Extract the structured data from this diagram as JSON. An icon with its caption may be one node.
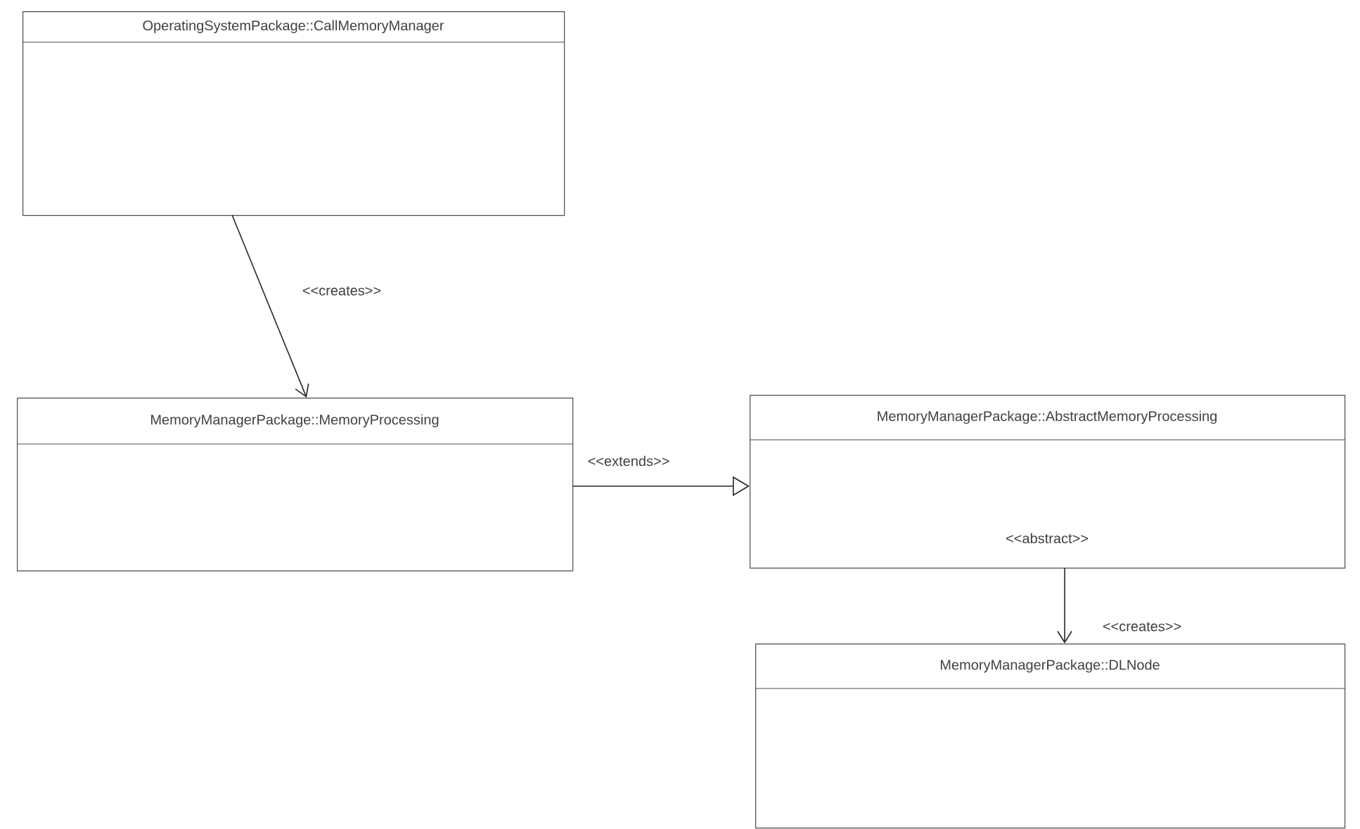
{
  "diagram": {
    "nodes": [
      {
        "text": [
          "OperatingSystemPackage::CallMemoryManager"
        ]
      },
      {
        "text": [
          "MemoryManagerPackage::MemoryProcessing"
        ]
      },
      {
        "text": [
          "MemoryManagerPackage::AbstractMemoryProcessing",
          "<<abstract>>"
        ]
      },
      {
        "text": [
          "MemoryManagerPackage::DLNode"
        ]
      }
    ],
    "edges": [
      {
        "from": 0,
        "to": 1,
        "arrow": "to",
        "label": "<<creates>>"
      },
      {
        "from": 1,
        "to": 2,
        "arrow": "to",
        "label": "<<extends>>"
      },
      {
        "from": 2,
        "to": 3,
        "arrow": "to",
        "label": "<<creates>>"
      }
    ]
  }
}
